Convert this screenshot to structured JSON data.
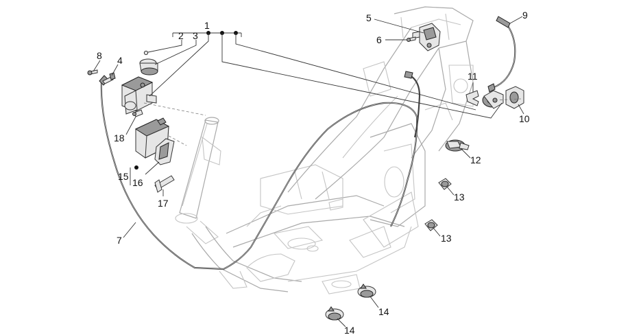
{
  "callouts": {
    "c1": "1",
    "c2": "2",
    "c3": "3",
    "c4": "4",
    "c5": "5",
    "c6": "6",
    "c7": "7",
    "c8": "8",
    "c9": "9",
    "c10": "10",
    "c11": "11",
    "c12": "12",
    "c13a": "13",
    "c13b": "13",
    "c14a": "14",
    "c14b": "14",
    "c15": "15",
    "c16": "16",
    "c17": "17",
    "c18": "18"
  }
}
